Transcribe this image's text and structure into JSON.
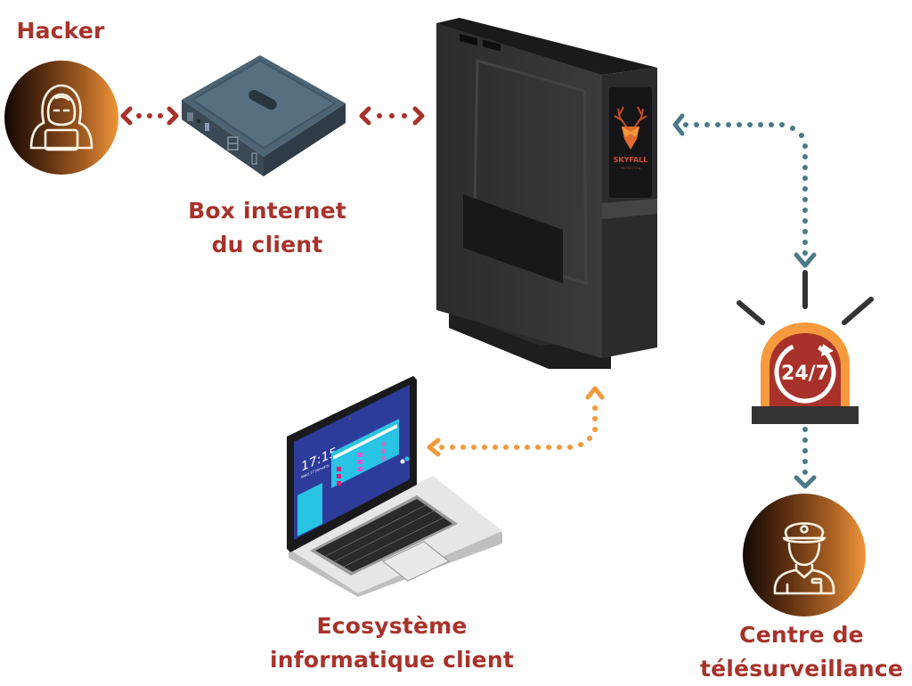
{
  "colors": {
    "label_text": "#a8322a",
    "arrow_red": "#a8322a",
    "arrow_teal": "#4a7a85",
    "arrow_orange": "#f39a3d",
    "alarm_orange": "#f79a3e",
    "alarm_red": "#a8322a",
    "alarm_base": "#333333"
  },
  "nodes": {
    "hacker": {
      "label": "Hacker",
      "icon": "hacker-icon"
    },
    "box": {
      "label_line1": "Box internet",
      "label_line2": "du client",
      "icon": "router-icon"
    },
    "appliance": {
      "brand": "SKYFALL",
      "brand_sub": "PROTECTION",
      "icon": "skyfall-appliance-icon"
    },
    "alarm": {
      "text": "24/7",
      "icon": "alarm-siren-icon"
    },
    "center": {
      "label_line1": "Centre de",
      "label_line2": "télésurveillance",
      "icon": "security-guard-icon"
    },
    "laptop": {
      "label_line1": "Ecosystème",
      "label_line2": "informatique client",
      "screen_time": "17:15",
      "screen_date": "Wed 17 January",
      "icon": "laptop-icon"
    }
  },
  "connections": [
    {
      "from": "hacker",
      "to": "box",
      "style": "dotted-bidirectional",
      "color": "red"
    },
    {
      "from": "box",
      "to": "appliance",
      "style": "dotted-bidirectional",
      "color": "red"
    },
    {
      "from": "appliance",
      "to": "alarm",
      "style": "dotted-bidirectional",
      "color": "teal"
    },
    {
      "from": "alarm",
      "to": "center",
      "style": "dotted-directional",
      "color": "teal"
    },
    {
      "from": "laptop",
      "to": "appliance",
      "style": "dotted-bidirectional",
      "color": "orange"
    }
  ]
}
